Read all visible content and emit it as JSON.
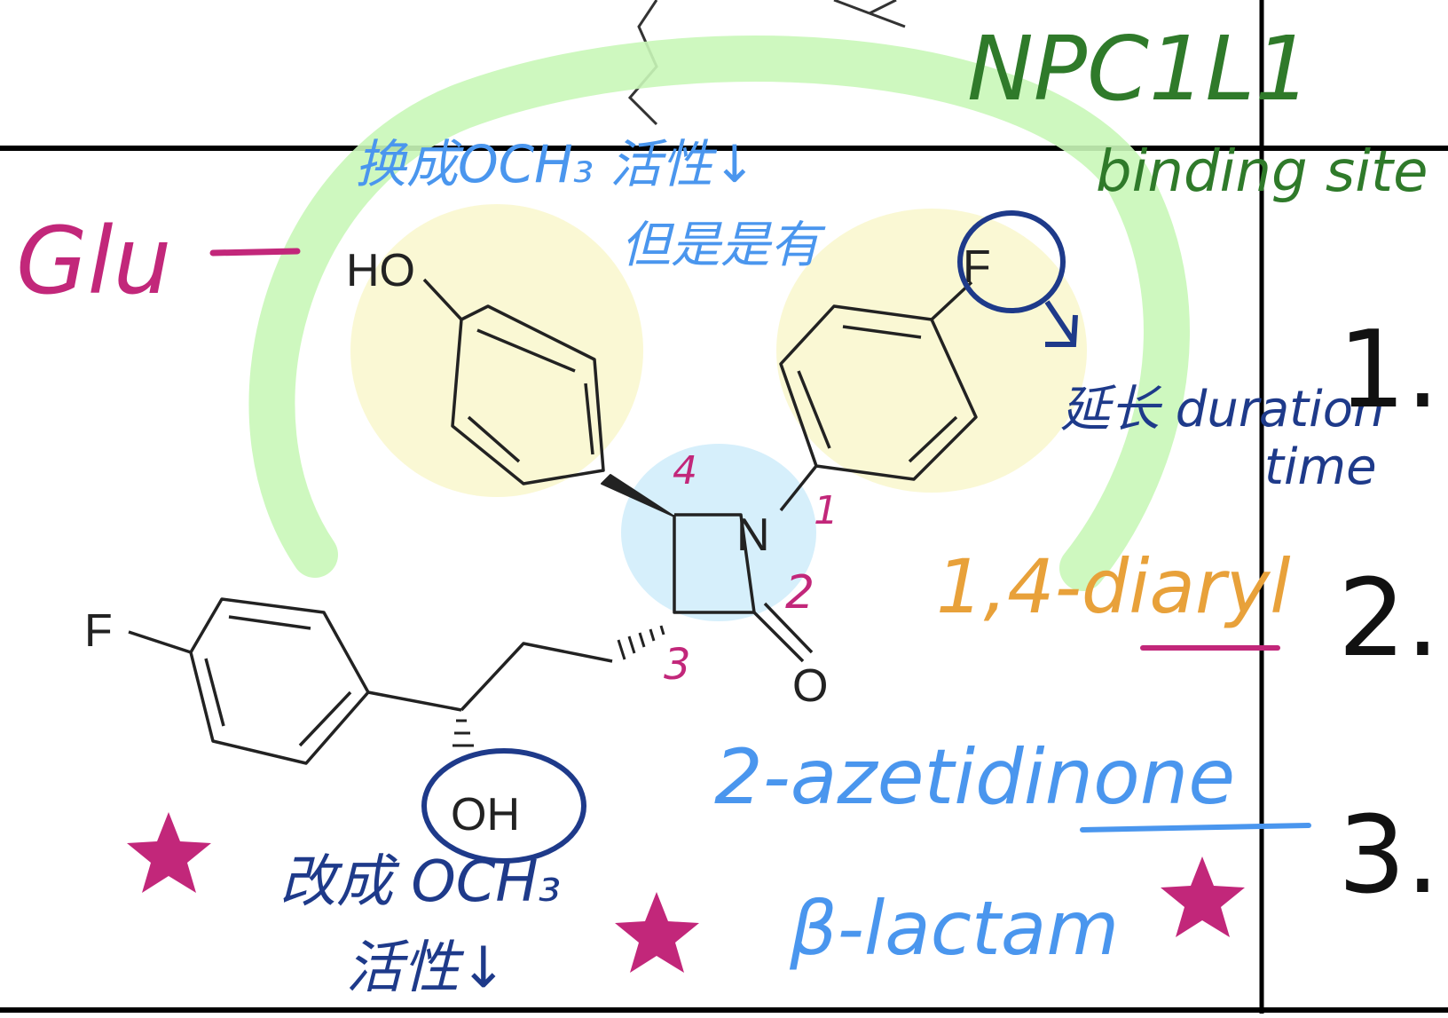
{
  "colors": {
    "green": "#2f7a2a",
    "lightblue": "#4a96ee",
    "navy": "#1e3a8a",
    "magenta": "#c2277a",
    "orange": "#e8a13a",
    "highlight_green": "#c9f7b8",
    "highlight_yellow": "#faf8d2",
    "highlight_blue": "#d4eefb",
    "ink": "#111111",
    "structure": "#222222"
  },
  "annotations": {
    "npc1l1": "NPC1L1",
    "binding_site": "binding site",
    "glu": "Glu",
    "methoxy_top_1": "换成OCH₃ 活性↓",
    "methoxy_top_2": "但是是有",
    "duration_1": "延长 duration",
    "duration_2": "time",
    "diaryl": "1,4-diaryl",
    "azetidinone": "2-azetidinone",
    "beta_lactam": "β-lactam",
    "methoxy_bottom_1": "改成 OCH₃",
    "methoxy_bottom_2": "活性↓"
  },
  "positions": {
    "p1": "1",
    "p2": "2",
    "p3": "3",
    "p4": "4"
  },
  "atoms": {
    "ho": "HO",
    "f_top": "F",
    "n": "N",
    "o": "O",
    "f_left": "F",
    "oh": "OH"
  },
  "list_numbers": [
    "1.",
    "2.",
    "3."
  ]
}
